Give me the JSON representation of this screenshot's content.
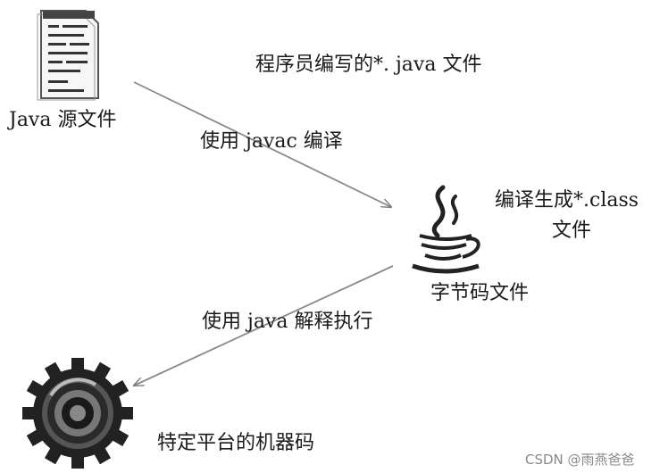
{
  "labels": {
    "source_file": "Java 源文件",
    "written_by": "程序员编写的*. java 文件",
    "compile_step": "使用 javac 编译",
    "generated_line1": "编译生成*.class",
    "generated_line2": "文件",
    "bytecode_file": "字节码文件",
    "interpret_step": "使用 java 解释执行",
    "machine_code": "特定平台的机器码"
  },
  "icons": {
    "source": "document-icon",
    "bytecode": "java-coffee-cup-icon",
    "machine": "gear-icon"
  },
  "watermark": "CSDN @雨燕爸爸"
}
